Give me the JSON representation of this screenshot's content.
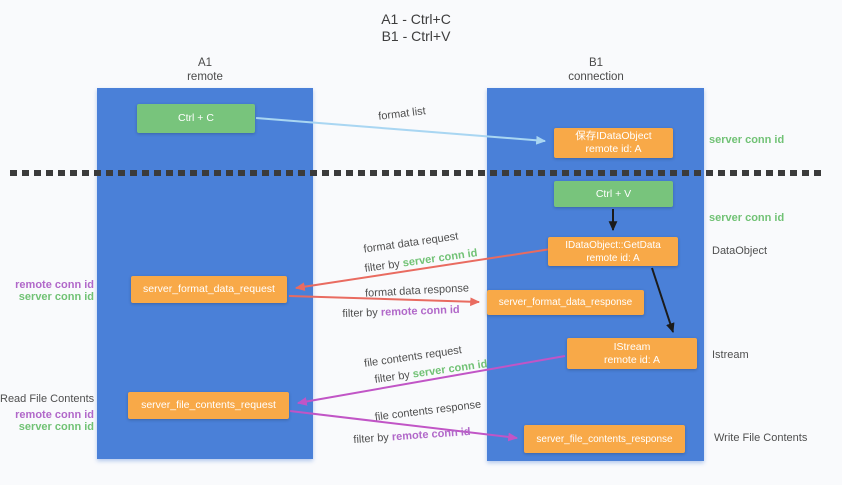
{
  "title": {
    "line1": "A1 - Ctrl+C",
    "line2": "B1 - Ctrl+V"
  },
  "columns": {
    "a": {
      "title": "A1",
      "subtitle": "remote"
    },
    "b": {
      "title": "B1",
      "subtitle": "connection"
    }
  },
  "nodes": {
    "ctrl_c": {
      "label": "Ctrl + C"
    },
    "save_dataobject": {
      "line1": "保存IDataObject",
      "line2": "remote id: A"
    },
    "ctrl_v": {
      "label": "Ctrl + V"
    },
    "getdata": {
      "line1": "IDataObject::GetData",
      "line2": "remote id: A"
    },
    "format_request": {
      "label": "server_format_data_request"
    },
    "format_response": {
      "label": "server_format_data_response"
    },
    "istream": {
      "line1": "IStream",
      "line2": "remote id: A"
    },
    "file_request": {
      "label": "server_file_contents_request"
    },
    "file_response": {
      "label": "server_file_contents_response"
    }
  },
  "annotations": {
    "right": {
      "server_conn_top": "server conn id",
      "server_conn_mid": "server conn id",
      "dataobject": "DataObject",
      "istream": "Istream",
      "write_file": "Write File Contents"
    },
    "left": {
      "format_remote": "remote conn id",
      "format_server": "server conn id",
      "read_file": "Read File Contents",
      "file_remote": "remote conn id",
      "file_server": "server conn id"
    }
  },
  "arrows": {
    "format_list": "format list",
    "format_data_request": "format data request",
    "filter_server_1_prefix": "filter by",
    "filter_server_1_id": "server conn id",
    "format_data_response": "format data response",
    "filter_remote_1_prefix": "filter by",
    "filter_remote_1_id": "remote conn id",
    "file_contents_request": "file contents request",
    "filter_server_2_prefix": "filter by",
    "filter_server_2_id": "server conn id",
    "file_contents_response": "file contents response",
    "filter_remote_2_prefix": "filter by",
    "filter_remote_2_id": "remote conn id"
  },
  "colors": {
    "column_blue": "#4a80d8",
    "box_green": "#78c47c",
    "box_orange": "#f8a948",
    "text_green": "#71c275",
    "text_purple": "#b168c9",
    "arrow_red": "#e96b60",
    "arrow_magenta": "#c155c6",
    "arrow_blue": "#a9d6f2",
    "arrow_black": "#1b1b1b",
    "dashed_line": "#3b3b3b"
  }
}
